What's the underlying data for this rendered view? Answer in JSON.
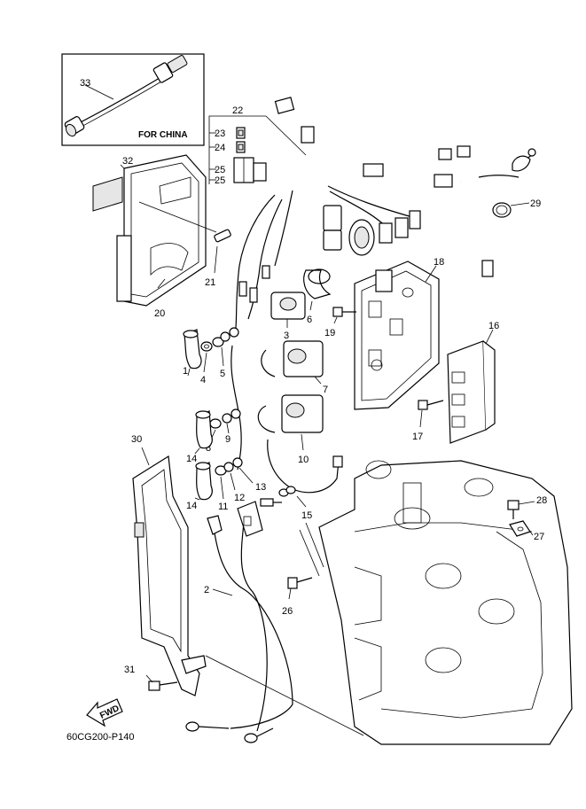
{
  "inset": {
    "part_number": "33",
    "note": "FOR CHINA"
  },
  "callouts": {
    "c1": "1",
    "c2": "2",
    "c3": "3",
    "c4": "4",
    "c5": "5",
    "c6": "6",
    "c7": "7",
    "c8": "8",
    "c9": "9",
    "c10": "10",
    "c11": "11",
    "c12": "12",
    "c13": "13",
    "c14a": "14",
    "c14b": "14",
    "c15": "15",
    "c16": "16",
    "c17": "17",
    "c18": "18",
    "c19": "19",
    "c20": "20",
    "c21": "21",
    "c22": "22",
    "c23": "23",
    "c24": "24",
    "c25a": "25",
    "c25b": "25",
    "c26": "26",
    "c27": "27",
    "c28": "28",
    "c29": "29",
    "c30": "30",
    "c31": "31",
    "c32": "32"
  },
  "fwd_label": "FWD",
  "diagram_code": "60CG200-P140"
}
